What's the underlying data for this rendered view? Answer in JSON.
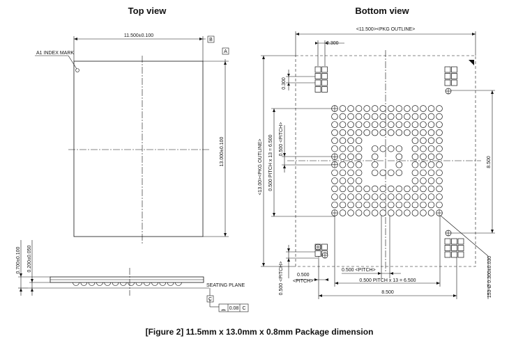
{
  "titles": {
    "top_view": "Top view",
    "bottom_view": "Bottom view",
    "caption": "[Figure 2] 11.5mm x 13.0mm x 0.8mm Package dimension"
  },
  "top_view": {
    "width_dim": "11.500±0.100",
    "height_dim": "13.000±0.100",
    "a1_mark": "A1 INDEX MARK",
    "datum_a": "A",
    "datum_b": "B"
  },
  "side_view": {
    "total_height": "0.700±0.100",
    "ball_height": "0.200±0.050",
    "seating_plane": "SEATING PLANE",
    "coplanarity_value": "0.08",
    "datum_c": "C",
    "datum_c_ref": "C"
  },
  "bottom_view": {
    "pkg_width": "<11.500><PKG OUTLINE>",
    "pkg_height": "<13.00><PKG OUTLINE>",
    "support_pitch_h": "0.300",
    "support_pitch_v": "0.300",
    "pitch_v_total": "0.500 PITCH x 13 = 6.500",
    "pitch_v_single": "0.500 <PITCH>",
    "row_span": "8.500",
    "pitch_h_single": "0.500 <PITCH>",
    "pitch_h_total": "0.500 PITCH x 13 = 6.500",
    "col_span": "8.500",
    "edge_pitch_h_value": "0.500",
    "edge_pitch_h_label": "<PITCH>",
    "edge_pitch_v": "0.500 <PITCH>",
    "ball_callout": "153-Ø 0.300±0.030"
  }
}
